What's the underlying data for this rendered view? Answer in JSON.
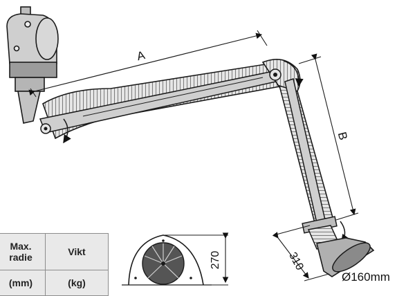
{
  "diagram": {
    "dim_a": "A",
    "dim_b": "B",
    "hood_height": "270",
    "hood_width": "310",
    "diameter": "Ø160mm"
  },
  "table": {
    "headers": [
      "Max.\nradie",
      "Vikt"
    ],
    "units": [
      "(mm)",
      "(kg)"
    ]
  },
  "colors": {
    "arm": "#cfcfcf",
    "arm_dark": "#a9a9a9",
    "line": "#1a1a1a",
    "table_bg": "#e9e9e9"
  }
}
